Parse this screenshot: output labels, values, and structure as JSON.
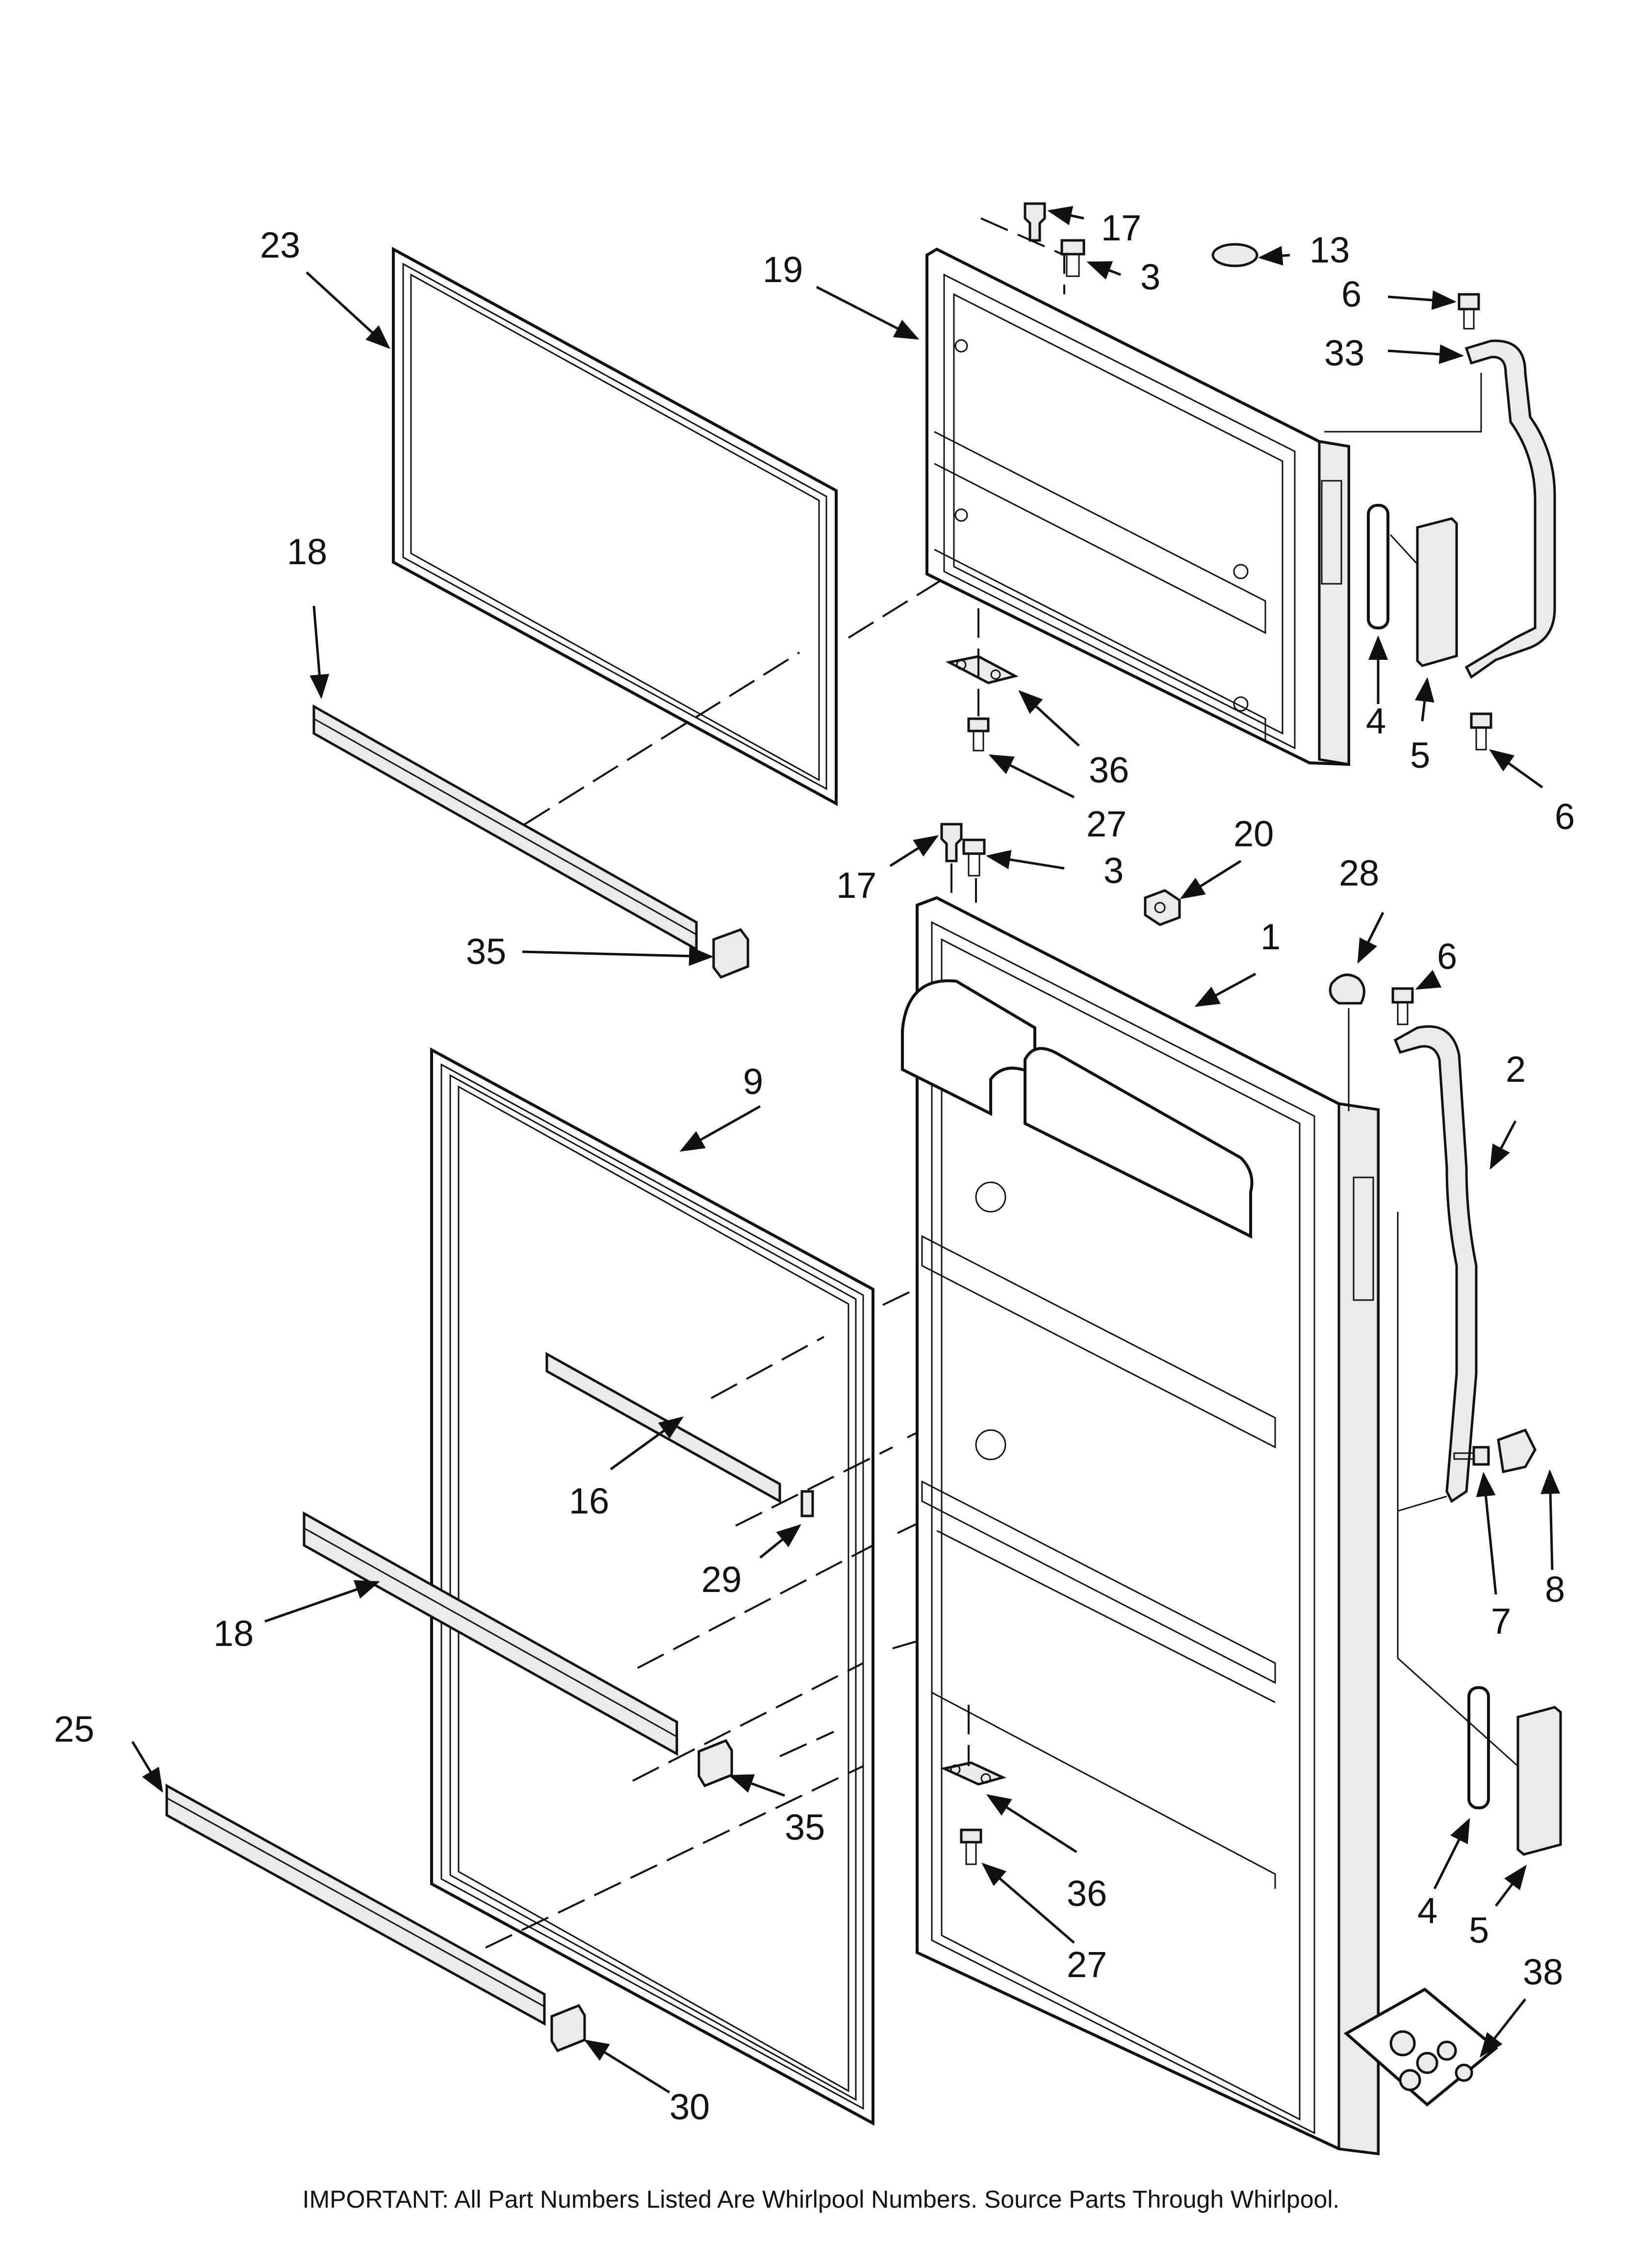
{
  "important_note": "IMPORTANT: All Part Numbers Listed Are Whirlpool Numbers. Source Parts Through Whirlpool.",
  "callouts": {
    "c1": "1",
    "c2": "2",
    "c3a": "3",
    "c3b": "3",
    "c4a": "4",
    "c4b": "4",
    "c5a": "5",
    "c5b": "5",
    "c6a": "6",
    "c6b": "6",
    "c6c": "6",
    "c7": "7",
    "c8": "8",
    "c9": "9",
    "c13": "13",
    "c16": "16",
    "c17a": "17",
    "c17b": "17",
    "c18a": "18",
    "c18b": "18",
    "c19": "19",
    "c20": "20",
    "c23": "23",
    "c25": "25",
    "c27a": "27",
    "c27b": "27",
    "c28": "28",
    "c29": "29",
    "c30": "30",
    "c33": "33",
    "c35a": "35",
    "c35b": "35",
    "c36a": "36",
    "c36b": "36",
    "c38": "38"
  }
}
